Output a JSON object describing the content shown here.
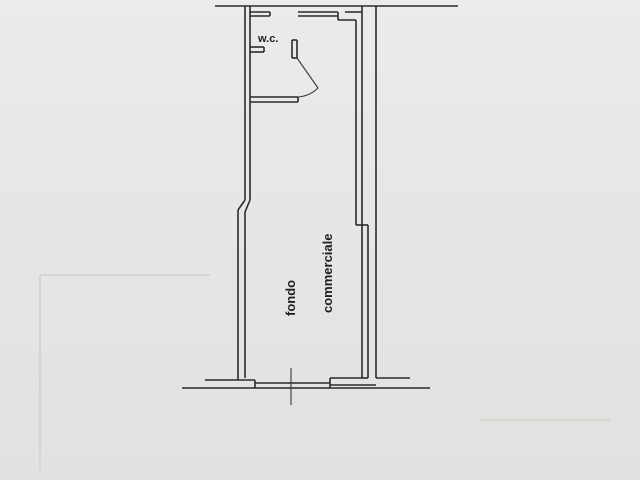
{
  "plan": {
    "room_label_line1": "fondo",
    "room_label_line2": "commerciale",
    "wc_label": "w.c."
  }
}
